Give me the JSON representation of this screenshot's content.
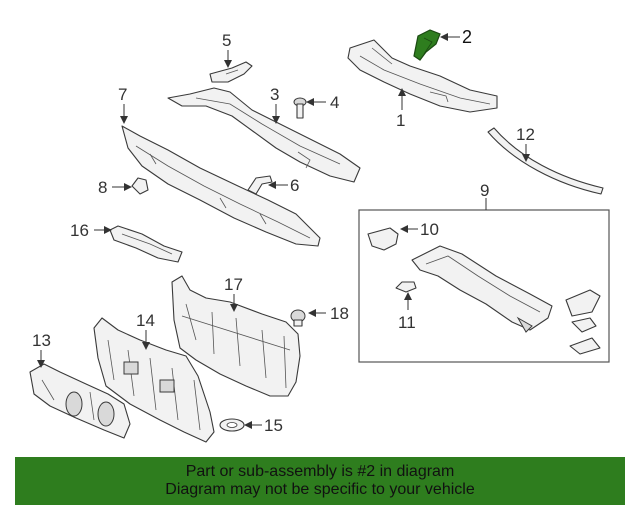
{
  "diagram": {
    "highlighted_part": "2",
    "highlight_color": "#2e7d1e",
    "callouts": {
      "c1": "1",
      "c2": "2",
      "c3": "3",
      "c4": "4",
      "c5": "5",
      "c6": "6",
      "c7": "7",
      "c8": "8",
      "c9": "9",
      "c10": "10",
      "c11": "11",
      "c12": "12",
      "c13": "13",
      "c14": "14",
      "c15": "15",
      "c16": "16",
      "c17": "17",
      "c18": "18"
    }
  },
  "footer": {
    "background": "#2e7d1e",
    "line1": "Part or sub-assembly is #2 in diagram",
    "line2": "Diagram may not be specific to your vehicle"
  }
}
